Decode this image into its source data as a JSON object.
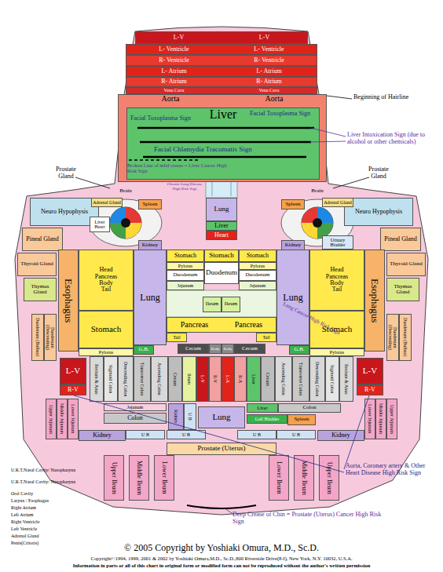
{
  "diagram": {
    "nodes": [
      {
        "text": [
          "L-V",
          "L-V"
        ]
      },
      {
        "text": [
          "L- Ventricle",
          "L- Ventricle"
        ]
      },
      {
        "text": [
          "R- Ventricle",
          "R- Ventricle"
        ]
      },
      {
        "text": [
          "L- Atrium",
          "L- Atrium"
        ]
      },
      {
        "text": [
          "R- Atrium",
          "R- Atrium"
        ]
      },
      {
        "text": [
          "Vena Cava",
          "Vena Cava"
        ]
      },
      {
        "text": [
          "Aorta",
          "Aorta"
        ]
      },
      {
        "text": [
          "Liver"
        ],
        "in": 6
      },
      {
        "text": [
          "Neuro Hypophysis"
        ]
      },
      {
        "text": [
          "Neuro Hypophysis"
        ]
      },
      {
        "text": [
          "Pineal Gland"
        ]
      },
      {
        "text": [
          "Pineal Gland"
        ]
      },
      {
        "text": [
          "Brain"
        ]
      },
      {
        "text": [
          "Adrenal Gland"
        ],
        "in": 12
      },
      {
        "text": [
          "Spleen"
        ],
        "in": 12
      },
      {
        "text": [
          "Liver Heart"
        ],
        "in": 12
      },
      {
        "text": [
          "Kidney"
        ],
        "in": 12
      },
      {
        "text": [
          "Brain"
        ]
      },
      {
        "text": [
          "Spleen"
        ],
        "in": 17
      },
      {
        "text": [
          "Adrenal Gland"
        ],
        "in": 17
      },
      {
        "text": [
          "Kidney"
        ],
        "in": 17
      },
      {
        "text": [
          "Urinary Bladder"
        ],
        "in": 17
      },
      {
        "text": [
          "Lung"
        ]
      },
      {
        "text": [
          "Liver"
        ]
      },
      {
        "text": [
          "Heart"
        ]
      },
      {
        "text": [
          "Stomach"
        ]
      },
      {
        "text": [
          "Stomach"
        ]
      },
      {
        "text": [
          "Stomach"
        ]
      },
      {
        "text": [
          "Pylorus"
        ]
      },
      {
        "text": [
          "Pylorus"
        ]
      },
      {
        "text": [
          "Duodenum"
        ]
      },
      {
        "text": [
          "Duodenum"
        ]
      },
      {
        "text": [
          "Duodenum"
        ]
      },
      {
        "text": [
          "Jejunum"
        ]
      },
      {
        "text": [
          "Jejunum"
        ]
      },
      {
        "text": [
          "Ileum"
        ]
      },
      {
        "text": [
          "Ileum"
        ]
      },
      {
        "text": [
          "Head",
          "Pancreas",
          "Body",
          "Tail"
        ]
      },
      {
        "text": [
          "Lung"
        ]
      },
      {
        "text": [
          "Lung"
        ]
      },
      {
        "text": [
          "Head",
          "Pancreas",
          "Body",
          "Tail"
        ]
      },
      {
        "text": [
          "Esophagus"
        ]
      },
      {
        "text": [
          "Esophagus"
        ]
      },
      {
        "text": [
          "Thyroid Gland"
        ]
      },
      {
        "text": [
          "Thymus Gland"
        ]
      },
      {
        "text": [
          "Thyroid Gland"
        ]
      },
      {
        "text": [
          "Thymus Gland"
        ]
      },
      {
        "text": [
          "Stomach"
        ]
      },
      {
        "text": [
          "Stomach"
        ]
      },
      {
        "text": [
          "Pancreas",
          "Pancreas"
        ]
      },
      {
        "text": [
          "Tail"
        ]
      },
      {
        "text": [
          "Tail"
        ]
      },
      {
        "text": [
          "G.B."
        ]
      },
      {
        "text": [
          "G.B."
        ]
      },
      {
        "text": [
          "Pylorus"
        ]
      },
      {
        "text": [
          "Pylorus"
        ]
      },
      {
        "text": [
          "Cecum"
        ]
      },
      {
        "text": [
          "Body"
        ]
      },
      {
        "text": [
          "Body"
        ]
      },
      {
        "text": [
          "Cecum"
        ]
      },
      {
        "text": [
          "Rectum & Anus"
        ]
      },
      {
        "text": [
          "Sigmoid Colon"
        ]
      },
      {
        "text": [
          "Descending Colon"
        ]
      },
      {
        "text": [
          "Transverse Colon"
        ]
      },
      {
        "text": [
          "Ascending Colon"
        ]
      },
      {
        "text": [
          "Cecum"
        ]
      },
      {
        "text": [
          "Ileum"
        ]
      },
      {
        "text": [
          "L-V"
        ]
      },
      {
        "text": [
          "R-V"
        ]
      },
      {
        "text": [
          "L-A"
        ]
      },
      {
        "text": [
          "R-A"
        ]
      },
      {
        "text": [
          "Liver"
        ]
      },
      {
        "text": [
          "Cecum"
        ]
      },
      {
        "text": [
          "Ascending Colon"
        ]
      },
      {
        "text": [
          "Transverse Colon"
        ]
      },
      {
        "text": [
          "Descending Colon"
        ]
      },
      {
        "text": [
          "Sigmoid Colon"
        ]
      },
      {
        "text": [
          "Rectum & Anus"
        ]
      },
      {
        "text": [
          "L-V"
        ]
      },
      {
        "text": [
          "R-V"
        ]
      },
      {
        "text": [
          "L-V"
        ]
      },
      {
        "text": [
          "R-V"
        ]
      },
      {
        "text": [
          "Jejunum"
        ]
      },
      {
        "text": [
          "Colon"
        ]
      },
      {
        "text": [
          "Kidney"
        ]
      },
      {
        "text": [
          "U B"
        ]
      },
      {
        "text": [
          "Lung"
        ]
      },
      {
        "text": [
          "Liver"
        ]
      },
      {
        "text": [
          "Gall Bladder"
        ]
      },
      {
        "text": [
          "Spleen"
        ]
      },
      {
        "text": [
          "Colon"
        ]
      },
      {
        "text": [
          "Kidney"
        ]
      },
      {
        "text": [
          "U B"
        ]
      },
      {
        "text": [
          "U B"
        ]
      },
      {
        "text": [
          "U B"
        ]
      },
      {
        "text": [
          "U B"
        ]
      },
      {
        "text": [
          "Kidney"
        ]
      },
      {
        "text": [
          "Prostate (Uterus)"
        ]
      },
      {
        "text": [
          "Upper Ileum"
        ]
      },
      {
        "text": [
          "Middle Ileum"
        ]
      },
      {
        "text": [
          "Lower Ileum"
        ]
      },
      {
        "text": [
          "Lower Ileum"
        ]
      },
      {
        "text": [
          "Middle Ileum"
        ]
      },
      {
        "text": [
          "Upper Ileum"
        ]
      },
      {
        "text": [
          "Upper Jejunum"
        ]
      },
      {
        "text": [
          "Middle Jejunum"
        ]
      },
      {
        "text": [
          "Lower Jejunum"
        ]
      },
      {
        "text": [
          "Lower Jejunum"
        ]
      },
      {
        "text": [
          "Middle Jejunum"
        ]
      },
      {
        "text": [
          "Upper Jejunum"
        ]
      },
      {
        "text": [
          "Duodenum (Bulbus)"
        ]
      },
      {
        "text": [
          "Duodenum (Descending)"
        ]
      },
      {
        "text": [
          "Duodenum (Descending)"
        ]
      },
      {
        "text": [
          "Duodenum (Bulbus)"
        ]
      }
    ],
    "labels": [
      "Beginning of Hairline",
      "Facial Toxoplasma Sign",
      "Facial Toxoplasma Sign",
      "Facial Chlamydia Tracomatis Sign",
      "Broken Line of mild crease = Liver Cancer High Risk Sign",
      "Liver Intoxication Sign (due to alcohol or other chemicals)",
      "Prostate Gland",
      "Prostate Gland",
      "Chronic Lung Disease High Risk Sign",
      "Lung Cancer High Risk Sign",
      "Aorta, Coronary artery & Other Heart Disease High Risk Sign",
      "Deep Crease of Chin = Prostate (Uterus) Cancer High Risk Sign",
      "U.R.T.Nasal Cavity/ Nasopharynx",
      "U.R.T.Nasal Cavity/ Nasopharynx",
      "Oral Cavity",
      "Larynx / Esophagus",
      "Right Atrium",
      "Left Atrium",
      "Right Ventricle",
      "Left Ventricle",
      "Adrenal Gland",
      "Penis(Critoris)",
      "© 2005 Copyright by Yoshiaki Omura, M.D., Sc.D.",
      "Copyright©1994, 1999, 2001 & 2002 by Yoshiaki Omura,M.D., Sc.D.,800 Riverside Drive(8-I), New York, N.Y. 10032, U.S.A.",
      "Information in parts or all of this chart in original form or modified form can not be reproduced without the author's written permission"
    ]
  }
}
